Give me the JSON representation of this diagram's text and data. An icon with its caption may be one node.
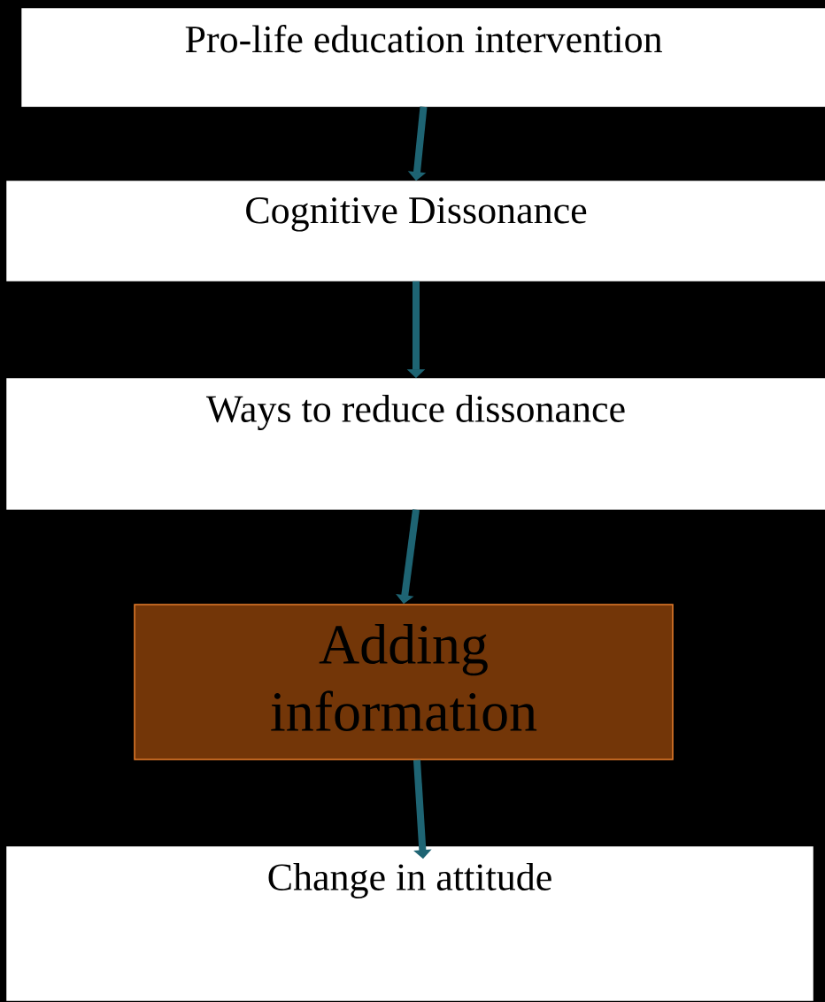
{
  "diagram": {
    "nodes": [
      {
        "text": [
          "Pro-life education intervention"
        ]
      },
      {
        "text": [
          "Cognitive Dissonance"
        ]
      },
      {
        "text": [
          "Ways to reduce dissonance"
        ]
      },
      {
        "text": [
          "Adding information"
        ]
      },
      {
        "text": [
          "Change in attitude"
        ]
      }
    ],
    "edges": [
      {
        "from": 0,
        "to": 1,
        "arrow": "to"
      },
      {
        "from": 1,
        "to": 2,
        "arrow": "to"
      },
      {
        "from": 2,
        "to": 3,
        "arrow": "to"
      },
      {
        "from": 3,
        "to": 4,
        "arrow": "to"
      }
    ]
  }
}
